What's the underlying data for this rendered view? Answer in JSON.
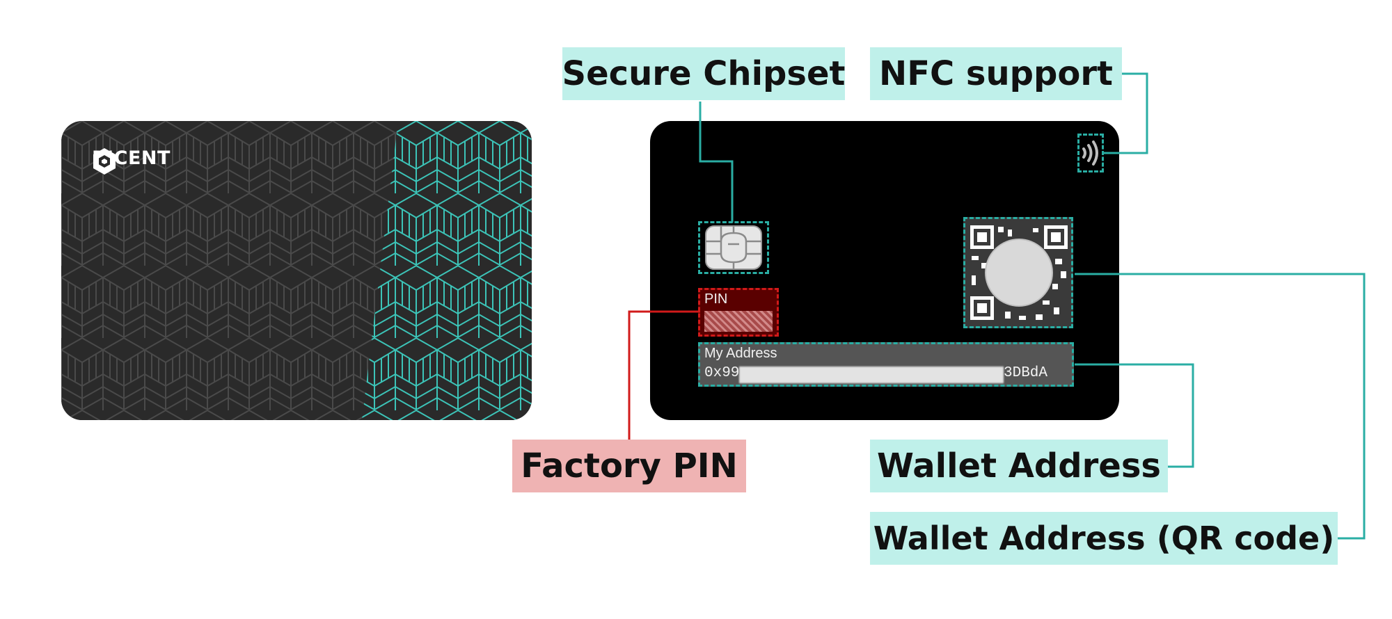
{
  "colors": {
    "accent_teal": "#2aaea4",
    "label_teal_bg": "#bff0ea",
    "accent_red": "#d11a1a",
    "label_red_bg": "#efb3b3",
    "card_front_bg": "#2a2a2a",
    "card_back_bg": "#000000"
  },
  "front_card": {
    "logo_text": "D'CENT",
    "logo_icon": "dcent-hexagon-logo-icon"
  },
  "back_card": {
    "pin_label": "PIN",
    "address_label": "My Address",
    "address_prefix": "0x99",
    "address_suffix": "3DBdA",
    "nfc_icon": "nfc-contactless-icon",
    "chip_icon": "smart-chip-icon",
    "qr_icon": "qr-code-icon"
  },
  "callouts": {
    "secure_chipset": "Secure Chipset",
    "nfc_support": "NFC support",
    "factory_pin": "Factory PIN",
    "wallet_address": "Wallet Address",
    "wallet_address_qr": "Wallet Address (QR code)"
  }
}
